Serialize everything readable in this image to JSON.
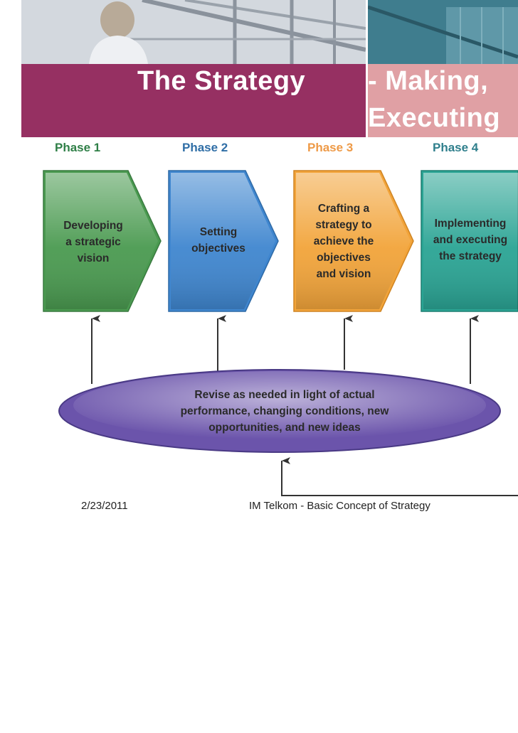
{
  "title": {
    "line1_left": "The  Strategy ",
    "line1_right": "- Making,",
    "line2_right": "Executing"
  },
  "phases": [
    {
      "label": "Phase 1",
      "text": "Developing\na strategic\nvision",
      "color": "#4a9a50",
      "label_color": "#2f7f47"
    },
    {
      "label": "Phase 2",
      "text": "Setting\nobjectives",
      "color": "#3f86cf",
      "label_color": "#2f6ea6"
    },
    {
      "label": "Phase 3",
      "text": "Crafting a\nstrategy to\nachieve the\nobjectives\nand vision",
      "color": "#f2a43a",
      "label_color": "#ee9a47"
    },
    {
      "label": "Phase 4",
      "text": "Implementing\nand executing\nthe strategy",
      "color": "#2aa494",
      "label_color": "#2f7f8c"
    }
  ],
  "feedback": {
    "text": "Revise as needed in light of actual\nperformance, changing conditions, new\nopportunities, and new ideas",
    "color": "#6b54ab"
  },
  "footer": {
    "date": "2/23/2011",
    "caption": "IM Telkom - Basic Concept of Strategy"
  }
}
